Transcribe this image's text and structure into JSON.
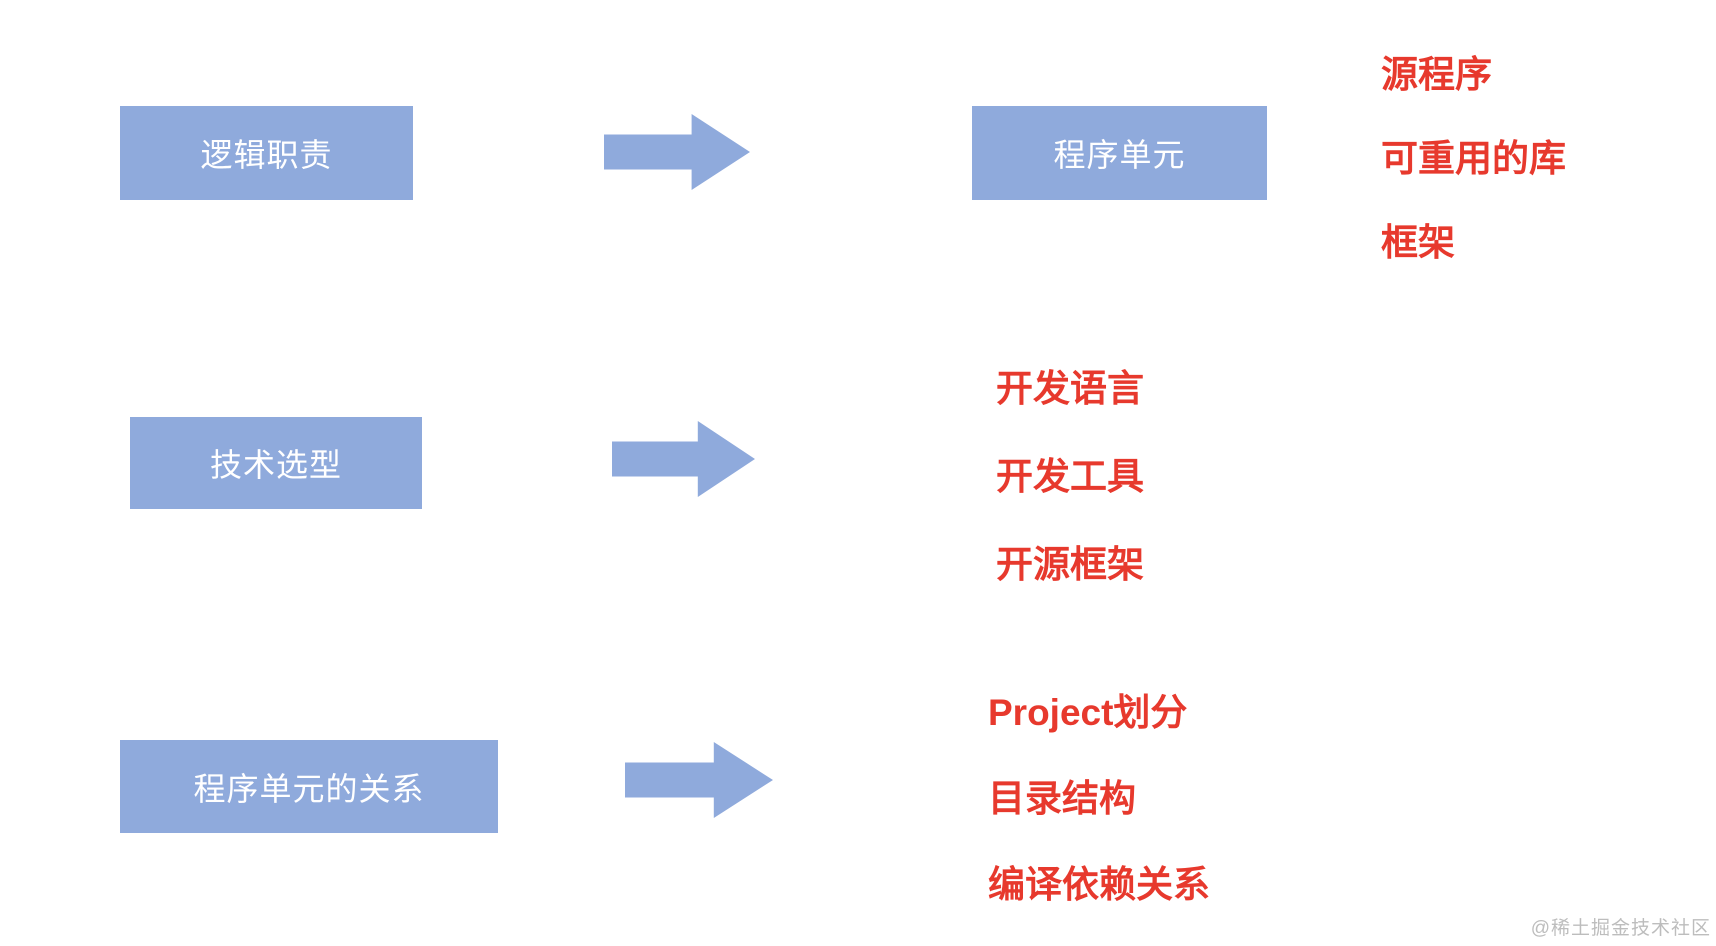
{
  "colors": {
    "background": "#FFFFFF",
    "box_blue": "#8FAADC",
    "box_text_white": "#FFFFFF",
    "red_text": "#E7392D",
    "watermark_gray": "#BDBDBD"
  },
  "diagram": {
    "rows": [
      {
        "source_label": "逻辑职责",
        "target_label": "程序单元",
        "items": [
          "源程序",
          "可重用的库",
          "框架"
        ]
      },
      {
        "source_label": "技术选型",
        "items": [
          "开发语言",
          "开发工具",
          "开源框架"
        ]
      },
      {
        "source_label": "程序单元的关系",
        "items": [
          "Project划分",
          "目录结构",
          "编译依赖关系"
        ]
      }
    ]
  },
  "watermark": "@稀土掘金技术社区"
}
